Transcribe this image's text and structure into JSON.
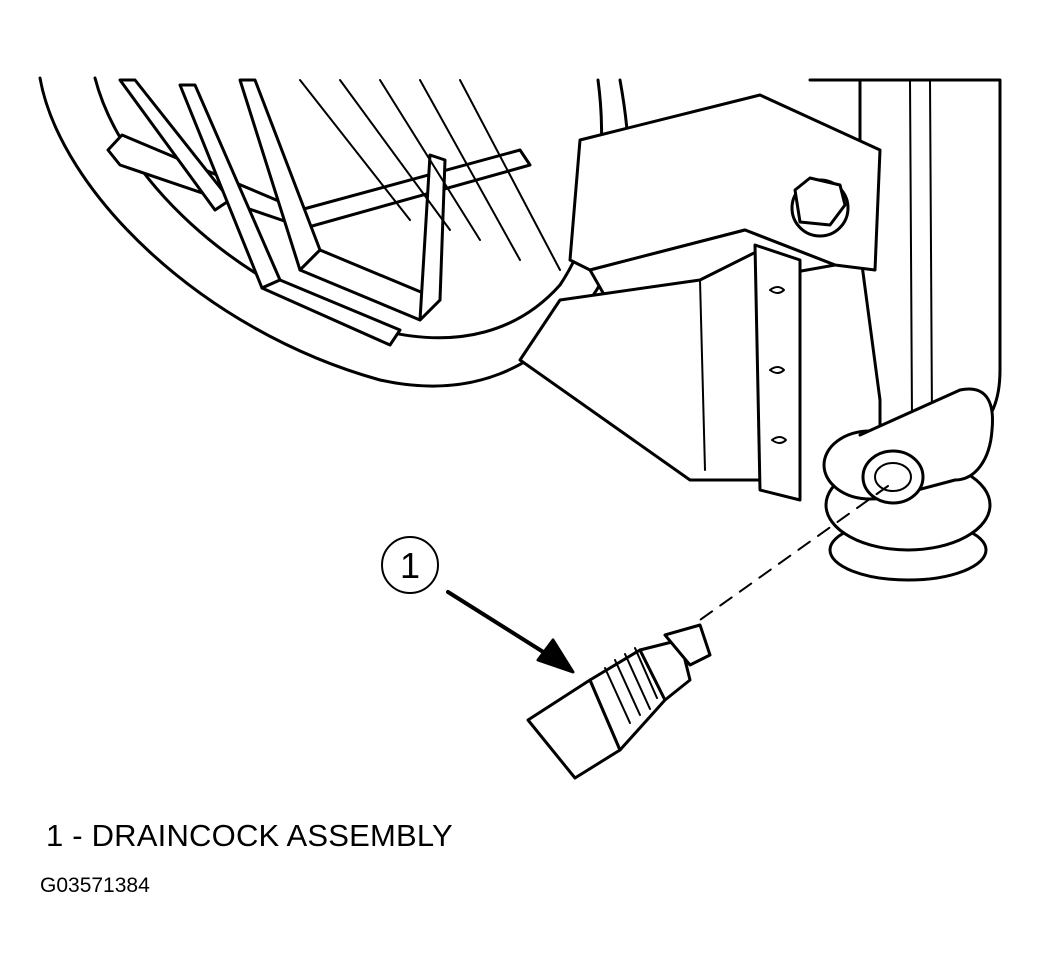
{
  "figure": {
    "callout_number": "1",
    "legend_text": "1 - DRAINCOCK ASSEMBLY",
    "figure_id": "G03571384"
  }
}
